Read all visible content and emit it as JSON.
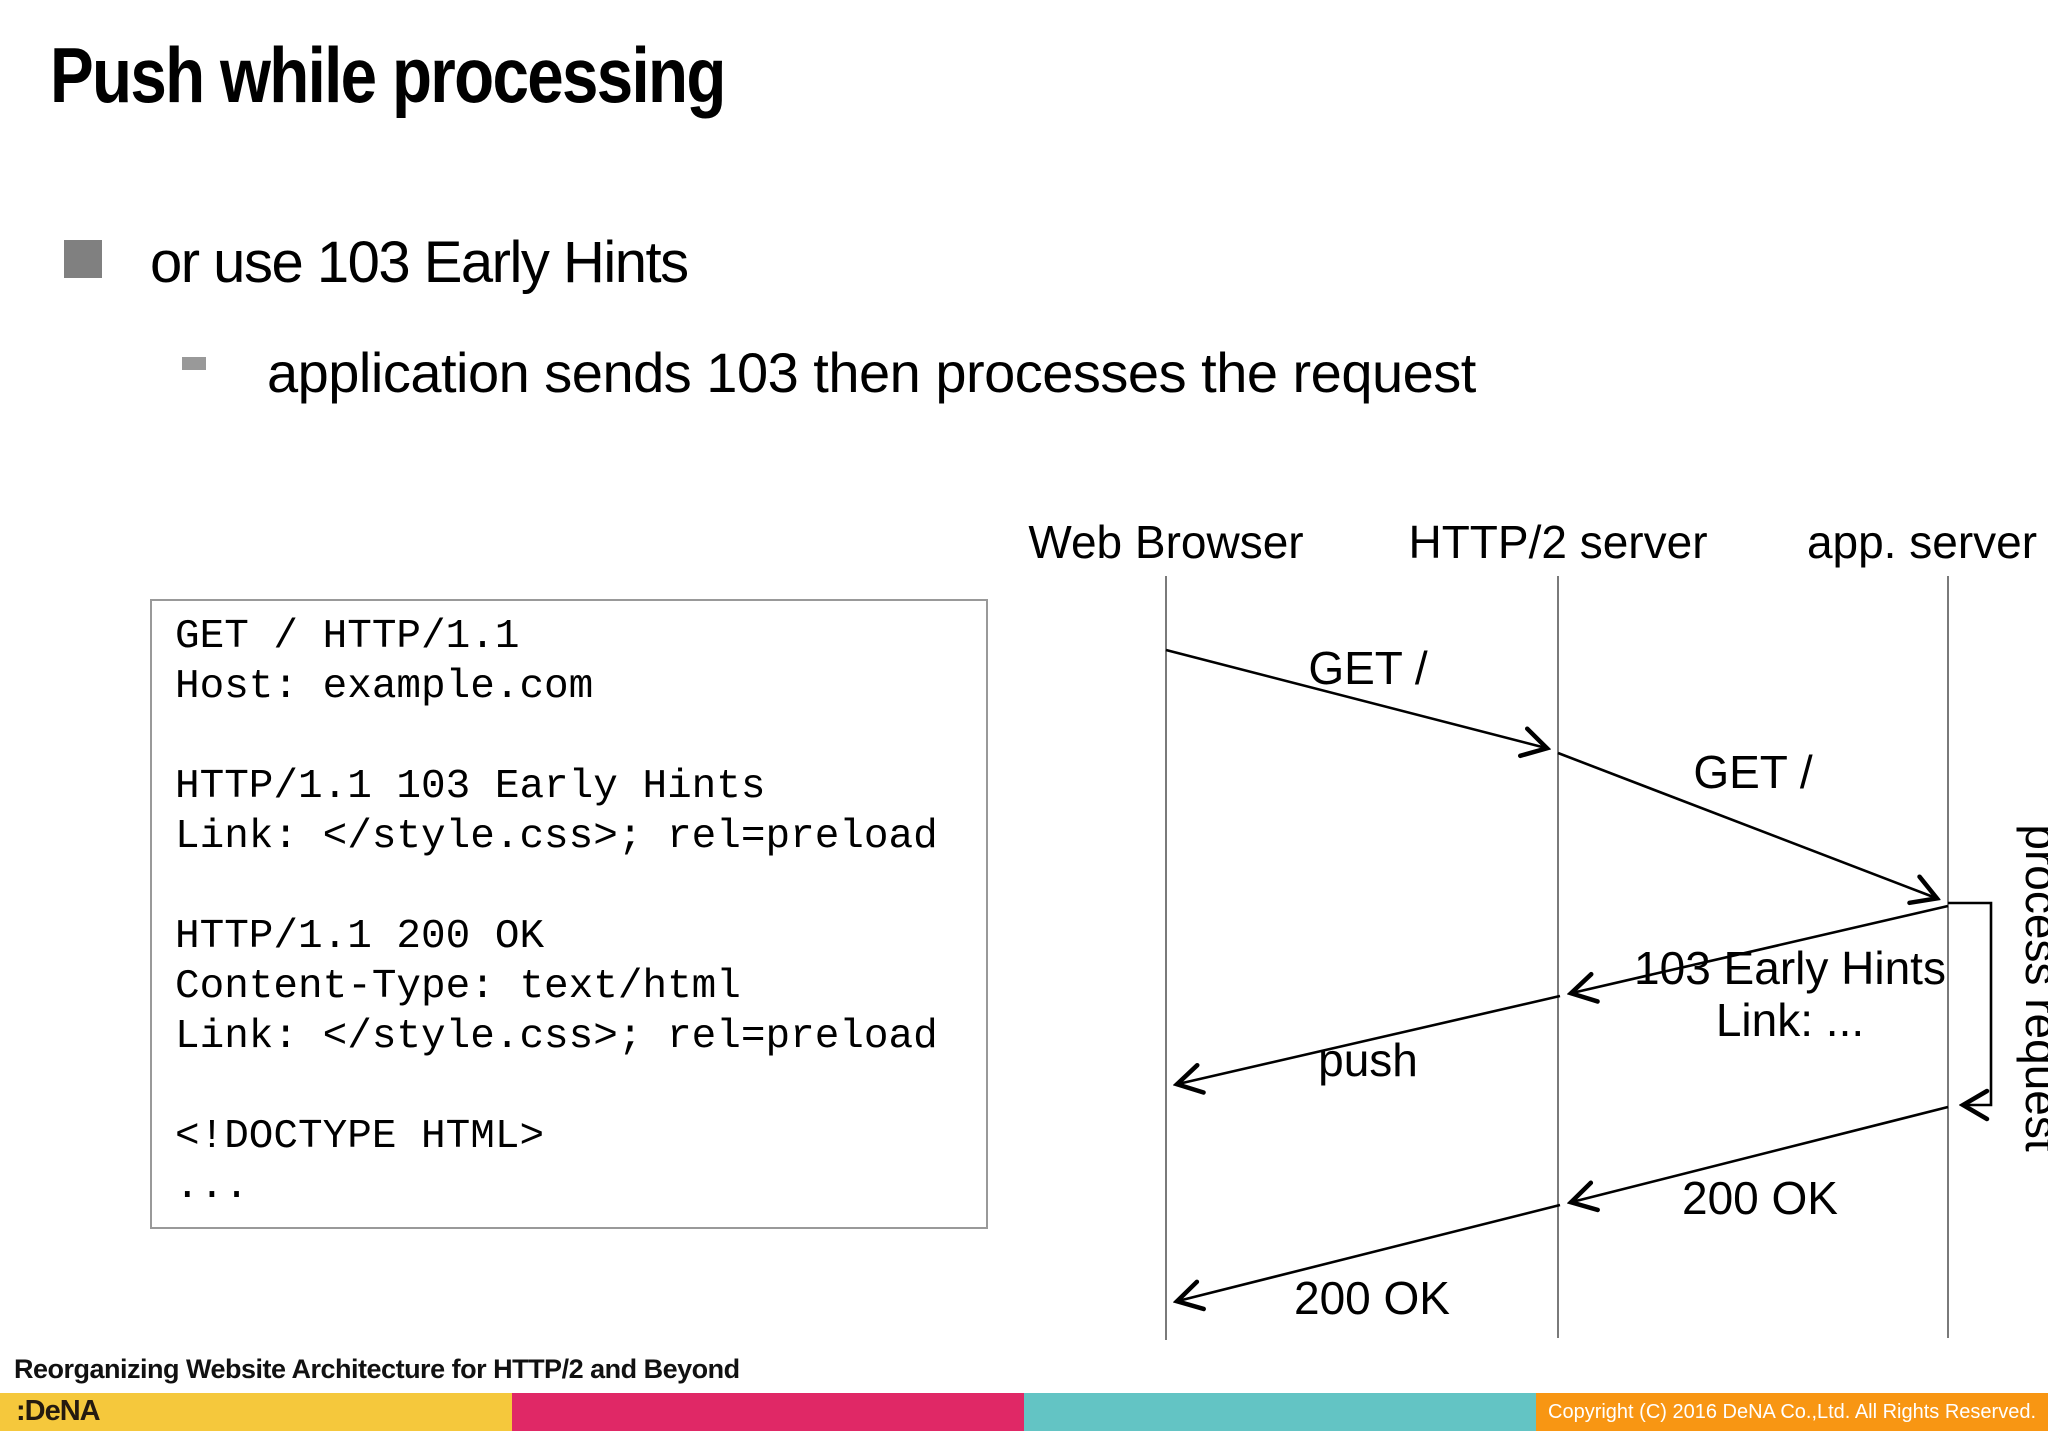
{
  "slide": {
    "title": "Push while processing",
    "bullet": "or use 103 Early Hints",
    "sub_bullet": "application sends 103 then processes the request"
  },
  "code_block": {
    "lines": [
      "GET / HTTP/1.1",
      "Host: example.com",
      "",
      "HTTP/1.1 103 Early Hints",
      "Link: </style.css>; rel=preload",
      "",
      "HTTP/1.1 200 OK",
      "Content-Type: text/html",
      "Link: </style.css>; rel=preload",
      "",
      "<!DOCTYPE HTML>",
      "..."
    ]
  },
  "diagram": {
    "lifelines": [
      "Web Browser",
      "HTTP/2 server",
      "app. server"
    ],
    "messages": [
      {
        "from": "Web Browser",
        "to": "HTTP/2 server",
        "label": "GET /"
      },
      {
        "from": "HTTP/2 server",
        "to": "app. server",
        "label": "GET /"
      },
      {
        "from": "app. server",
        "to": "HTTP/2 server",
        "label": "103 Early Hints",
        "label2": "Link: ..."
      },
      {
        "from": "HTTP/2 server",
        "to": "Web Browser",
        "label": "push"
      },
      {
        "from": "app. server",
        "to": "HTTP/2 server",
        "label": "200 OK"
      },
      {
        "from": "HTTP/2 server",
        "to": "Web Browser",
        "label": "200 OK"
      }
    ],
    "activation": {
      "label": "process request",
      "on": "app. server"
    }
  },
  "footer": {
    "title": "Reorganizing Website Architecture for HTTP/2 and Beyond",
    "logo": ":DeNA",
    "copyright": "Copyright (C) 2016 DeNA Co.,Ltd. All Rights Reserved.",
    "colors": {
      "yellow": "#F5C83C",
      "pink": "#E02866",
      "teal": "#63C4C4",
      "orange": "#F89613"
    }
  }
}
